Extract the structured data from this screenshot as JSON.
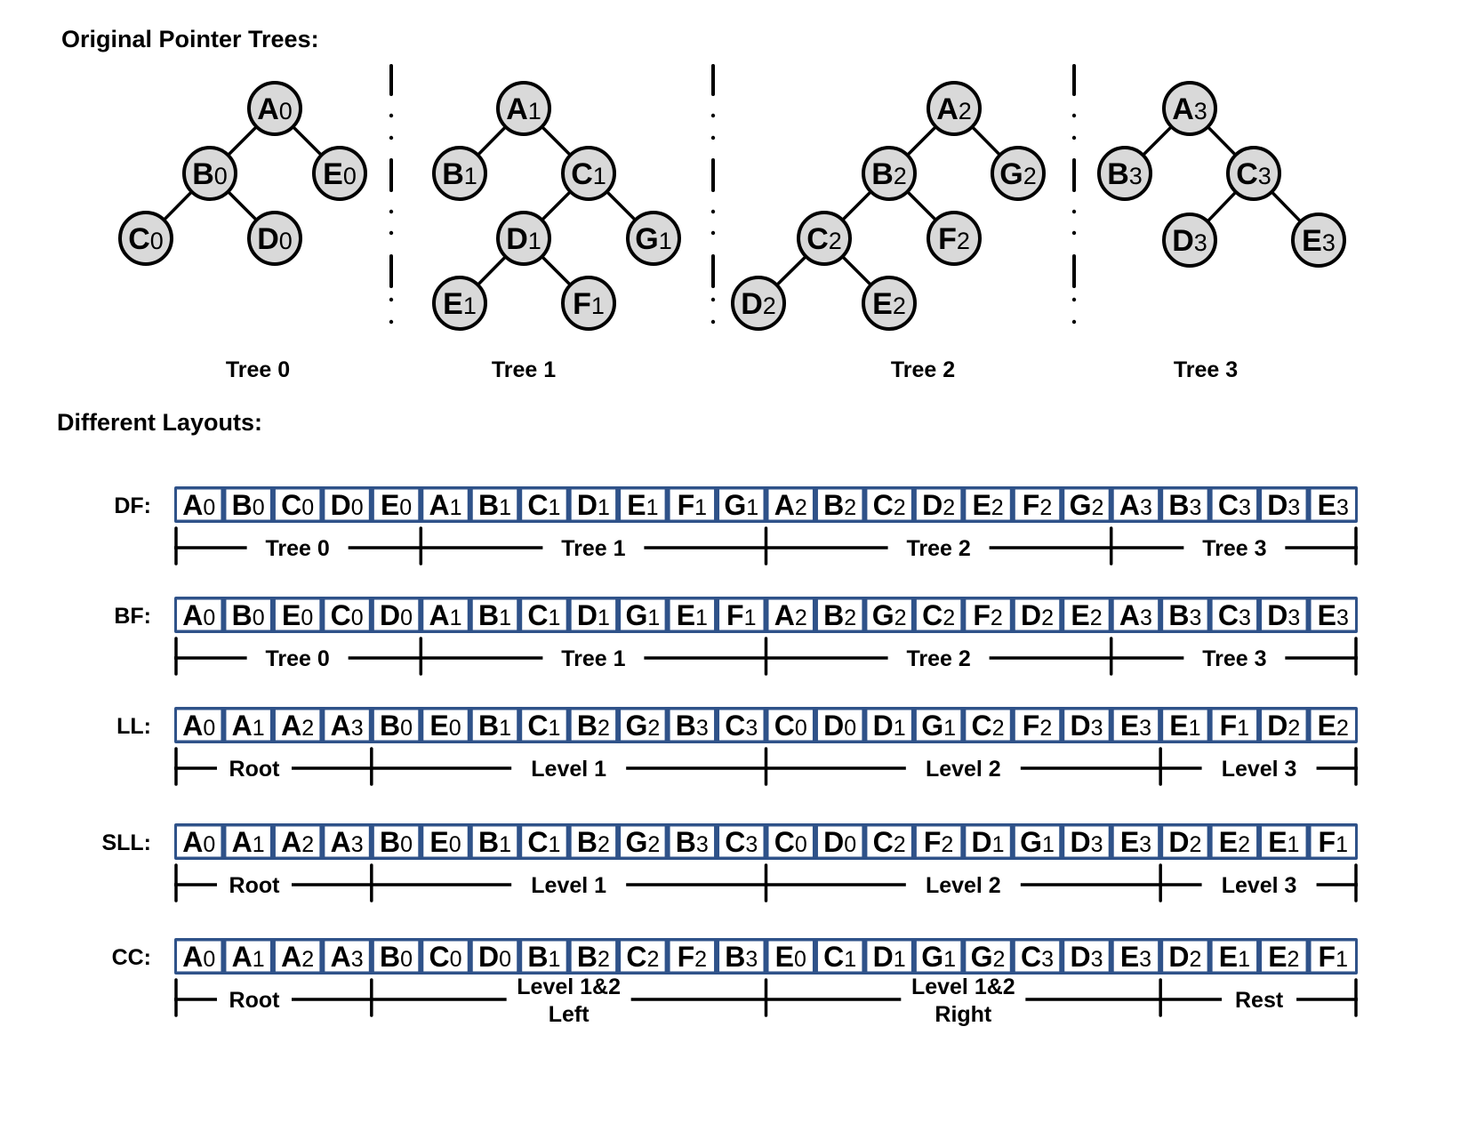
{
  "headings": {
    "trees": "Original Pointer Trees:",
    "layouts": "Different Layouts:"
  },
  "colors": {
    "node_fill": "#d9d9d9",
    "node_stroke": "#000000",
    "cell_border": "#2f5289",
    "cell_fill": "#ffffff",
    "text": "#000000"
  },
  "trees": [
    {
      "label": "Tree 0",
      "nodes": [
        {
          "id": "A0",
          "letter": "A",
          "sub": "0"
        },
        {
          "id": "B0",
          "letter": "B",
          "sub": "0",
          "parent": "A0"
        },
        {
          "id": "E0",
          "letter": "E",
          "sub": "0",
          "parent": "A0"
        },
        {
          "id": "C0",
          "letter": "C",
          "sub": "0",
          "parent": "B0"
        },
        {
          "id": "D0",
          "letter": "D",
          "sub": "0",
          "parent": "B0"
        }
      ]
    },
    {
      "label": "Tree 1",
      "nodes": [
        {
          "id": "A1",
          "letter": "A",
          "sub": "1"
        },
        {
          "id": "B1",
          "letter": "B",
          "sub": "1",
          "parent": "A1"
        },
        {
          "id": "C1",
          "letter": "C",
          "sub": "1",
          "parent": "A1"
        },
        {
          "id": "D1",
          "letter": "D",
          "sub": "1",
          "parent": "C1"
        },
        {
          "id": "G1",
          "letter": "G",
          "sub": "1",
          "parent": "C1"
        },
        {
          "id": "E1",
          "letter": "E",
          "sub": "1",
          "parent": "D1"
        },
        {
          "id": "F1",
          "letter": "F",
          "sub": "1",
          "parent": "D1"
        }
      ]
    },
    {
      "label": "Tree 2",
      "nodes": [
        {
          "id": "A2",
          "letter": "A",
          "sub": "2"
        },
        {
          "id": "B2",
          "letter": "B",
          "sub": "2",
          "parent": "A2"
        },
        {
          "id": "G2",
          "letter": "G",
          "sub": "2",
          "parent": "A2"
        },
        {
          "id": "C2",
          "letter": "C",
          "sub": "2",
          "parent": "B2"
        },
        {
          "id": "F2",
          "letter": "F",
          "sub": "2",
          "parent": "B2"
        },
        {
          "id": "D2",
          "letter": "D",
          "sub": "2",
          "parent": "C2"
        },
        {
          "id": "E2",
          "letter": "E",
          "sub": "2",
          "parent": "C2"
        }
      ]
    },
    {
      "label": "Tree 3",
      "nodes": [
        {
          "id": "A3",
          "letter": "A",
          "sub": "3"
        },
        {
          "id": "B3",
          "letter": "B",
          "sub": "3",
          "parent": "A3"
        },
        {
          "id": "C3",
          "letter": "C",
          "sub": "3",
          "parent": "A3"
        },
        {
          "id": "D3",
          "letter": "D",
          "sub": "3",
          "parent": "C3"
        },
        {
          "id": "E3",
          "letter": "E",
          "sub": "3",
          "parent": "C3"
        }
      ]
    }
  ],
  "layouts": [
    {
      "name": "DF:",
      "cells": [
        "A0",
        "B0",
        "C0",
        "D0",
        "E0",
        "A1",
        "B1",
        "C1",
        "D1",
        "E1",
        "F1",
        "G1",
        "A2",
        "B2",
        "C2",
        "D2",
        "E2",
        "F2",
        "G2",
        "A3",
        "B3",
        "C3",
        "D3",
        "E3"
      ],
      "segments": [
        {
          "label": "Tree 0",
          "start": 0,
          "end": 5
        },
        {
          "label": "Tree 1",
          "start": 5,
          "end": 12
        },
        {
          "label": "Tree 2",
          "start": 12,
          "end": 19
        },
        {
          "label": "Tree 3",
          "start": 19,
          "end": 24
        }
      ]
    },
    {
      "name": "BF:",
      "cells": [
        "A0",
        "B0",
        "E0",
        "C0",
        "D0",
        "A1",
        "B1",
        "C1",
        "D1",
        "G1",
        "E1",
        "F1",
        "A2",
        "B2",
        "G2",
        "C2",
        "F2",
        "D2",
        "E2",
        "A3",
        "B3",
        "C3",
        "D3",
        "E3"
      ],
      "segments": [
        {
          "label": "Tree 0",
          "start": 0,
          "end": 5
        },
        {
          "label": "Tree 1",
          "start": 5,
          "end": 12
        },
        {
          "label": "Tree 2",
          "start": 12,
          "end": 19
        },
        {
          "label": "Tree 3",
          "start": 19,
          "end": 24
        }
      ]
    },
    {
      "name": "LL:",
      "cells": [
        "A0",
        "A1",
        "A2",
        "A3",
        "B0",
        "E0",
        "B1",
        "C1",
        "B2",
        "G2",
        "B3",
        "C3",
        "C0",
        "D0",
        "D1",
        "G1",
        "C2",
        "F2",
        "D3",
        "E3",
        "E1",
        "F1",
        "D2",
        "E2"
      ],
      "segments": [
        {
          "label": "Root",
          "start": 0,
          "end": 4
        },
        {
          "label": "Level 1",
          "start": 4,
          "end": 12
        },
        {
          "label": "Level 2",
          "start": 12,
          "end": 20
        },
        {
          "label": "Level 3",
          "start": 20,
          "end": 24
        }
      ]
    },
    {
      "name": "SLL:",
      "cells": [
        "A0",
        "A1",
        "A2",
        "A3",
        "B0",
        "E0",
        "B1",
        "C1",
        "B2",
        "G2",
        "B3",
        "C3",
        "C0",
        "D0",
        "C2",
        "F2",
        "D1",
        "G1",
        "D3",
        "E3",
        "D2",
        "E2",
        "E1",
        "F1"
      ],
      "segments": [
        {
          "label": "Root",
          "start": 0,
          "end": 4
        },
        {
          "label": "Level 1",
          "start": 4,
          "end": 12
        },
        {
          "label": "Level 2",
          "start": 12,
          "end": 20
        },
        {
          "label": "Level 3",
          "start": 20,
          "end": 24
        }
      ]
    },
    {
      "name": "CC:",
      "cells": [
        "A0",
        "A1",
        "A2",
        "A3",
        "B0",
        "C0",
        "D0",
        "B1",
        "B2",
        "C2",
        "F2",
        "B3",
        "E0",
        "C1",
        "D1",
        "G1",
        "G2",
        "C3",
        "D3",
        "E3",
        "D2",
        "E1",
        "E2",
        "F1"
      ],
      "segments": [
        {
          "label": "Root",
          "start": 0,
          "end": 4
        },
        {
          "label": "Level 1&2\nLeft",
          "start": 4,
          "end": 12
        },
        {
          "label": "Level 1&2\nRight",
          "start": 12,
          "end": 20
        },
        {
          "label": "Rest",
          "start": 20,
          "end": 24
        }
      ]
    }
  ]
}
